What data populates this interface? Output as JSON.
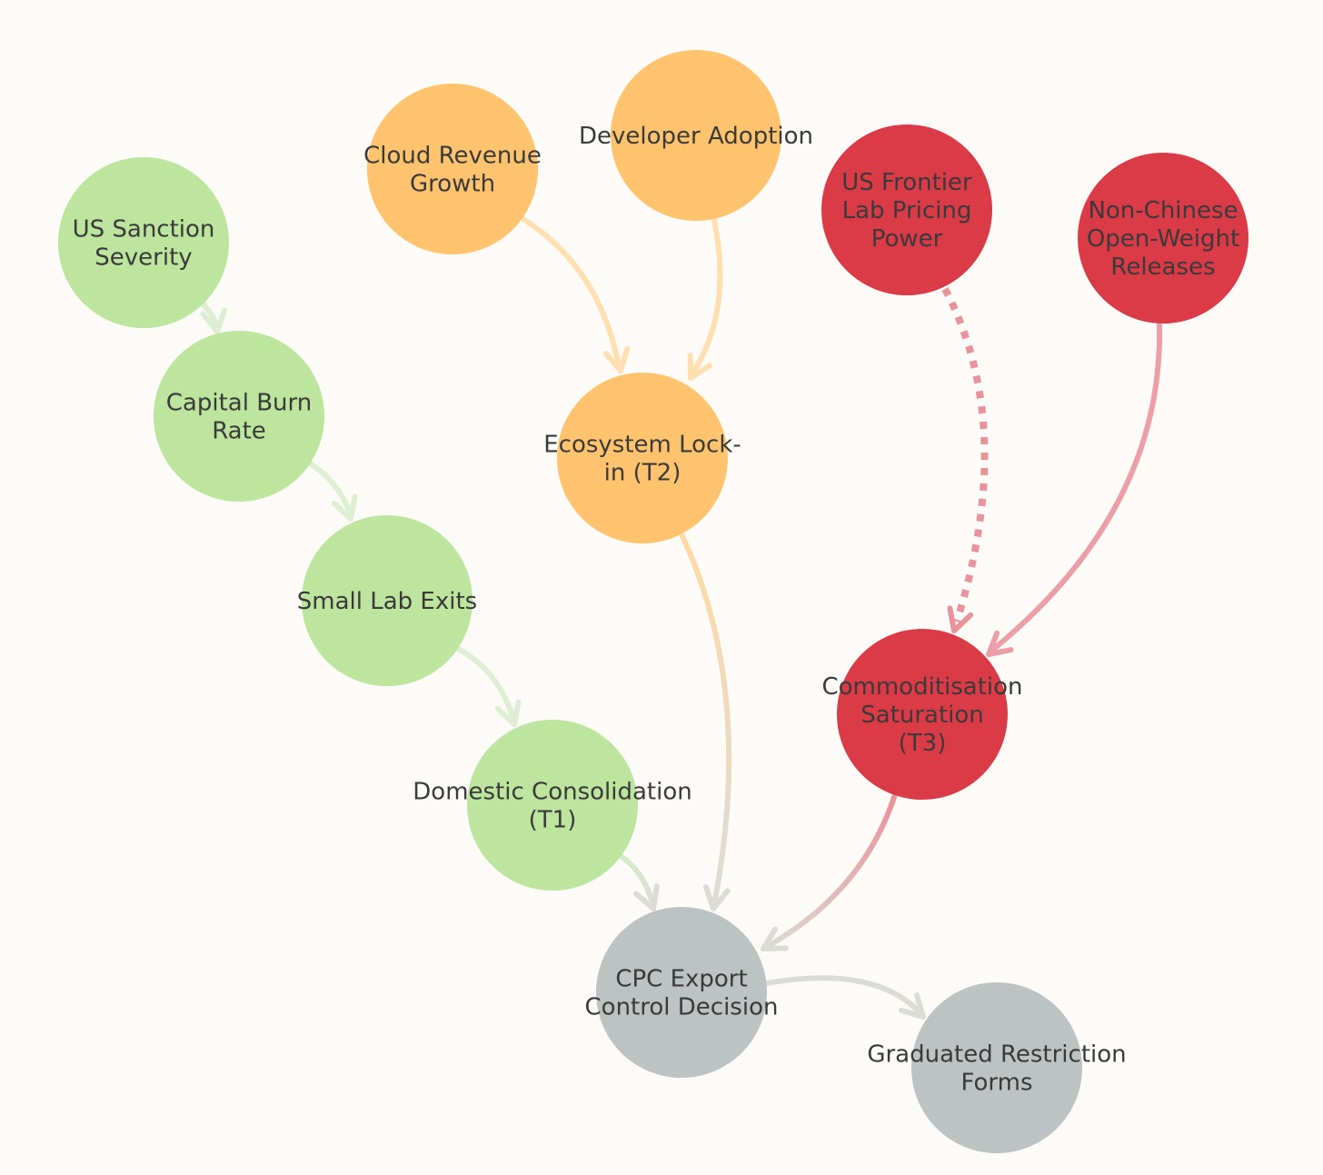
{
  "colors": {
    "background": "#fcfbf8",
    "green": "#bde59e",
    "orange": "#ffc36e",
    "red": "#db3a47",
    "gray": "#bdc3c2",
    "text": "#3a3a3a"
  },
  "nodes": [
    {
      "id": "us_sanction_severity",
      "lines": [
        "US Sanction",
        "Severity"
      ],
      "group": "green"
    },
    {
      "id": "capital_burn_rate",
      "lines": [
        "Capital Burn",
        "Rate"
      ],
      "group": "green"
    },
    {
      "id": "small_lab_exits",
      "lines": [
        "Small Lab Exits"
      ],
      "group": "green"
    },
    {
      "id": "domestic_consolidation",
      "lines": [
        "Domestic Consolidation",
        "(T1)"
      ],
      "group": "green"
    },
    {
      "id": "cloud_revenue_growth",
      "lines": [
        "Cloud Revenue",
        "Growth"
      ],
      "group": "orange"
    },
    {
      "id": "developer_adoption",
      "lines": [
        "Developer Adoption"
      ],
      "group": "orange"
    },
    {
      "id": "ecosystem_lock_in",
      "lines": [
        "Ecosystem Lock-",
        "in (T2)"
      ],
      "group": "orange"
    },
    {
      "id": "us_frontier_lab_pricing_power",
      "lines": [
        "US Frontier",
        "Lab Pricing",
        "Power"
      ],
      "group": "red"
    },
    {
      "id": "non_chinese_open_weight_releases",
      "lines": [
        "Non-Chinese",
        "Open-Weight",
        "Releases"
      ],
      "group": "red"
    },
    {
      "id": "commoditisation_saturation",
      "lines": [
        "Commoditisation",
        "Saturation",
        "(T3)"
      ],
      "group": "red"
    },
    {
      "id": "cpc_export_control_decision",
      "lines": [
        "CPC Export",
        "Control Decision"
      ],
      "group": "gray"
    },
    {
      "id": "graduated_restriction_forms",
      "lines": [
        "Graduated Restriction",
        "Forms"
      ],
      "group": "gray"
    }
  ],
  "edges": [
    {
      "from": "us_sanction_severity",
      "to": "capital_burn_rate",
      "style": "solid"
    },
    {
      "from": "capital_burn_rate",
      "to": "small_lab_exits",
      "style": "solid"
    },
    {
      "from": "small_lab_exits",
      "to": "domestic_consolidation",
      "style": "solid"
    },
    {
      "from": "domestic_consolidation",
      "to": "cpc_export_control_decision",
      "style": "solid"
    },
    {
      "from": "cloud_revenue_growth",
      "to": "ecosystem_lock_in",
      "style": "solid"
    },
    {
      "from": "developer_adoption",
      "to": "ecosystem_lock_in",
      "style": "solid"
    },
    {
      "from": "ecosystem_lock_in",
      "to": "cpc_export_control_decision",
      "style": "solid"
    },
    {
      "from": "us_frontier_lab_pricing_power",
      "to": "commoditisation_saturation",
      "style": "dotted"
    },
    {
      "from": "non_chinese_open_weight_releases",
      "to": "commoditisation_saturation",
      "style": "solid"
    },
    {
      "from": "commoditisation_saturation",
      "to": "cpc_export_control_decision",
      "style": "solid"
    },
    {
      "from": "cpc_export_control_decision",
      "to": "graduated_restriction_forms",
      "style": "solid"
    }
  ]
}
